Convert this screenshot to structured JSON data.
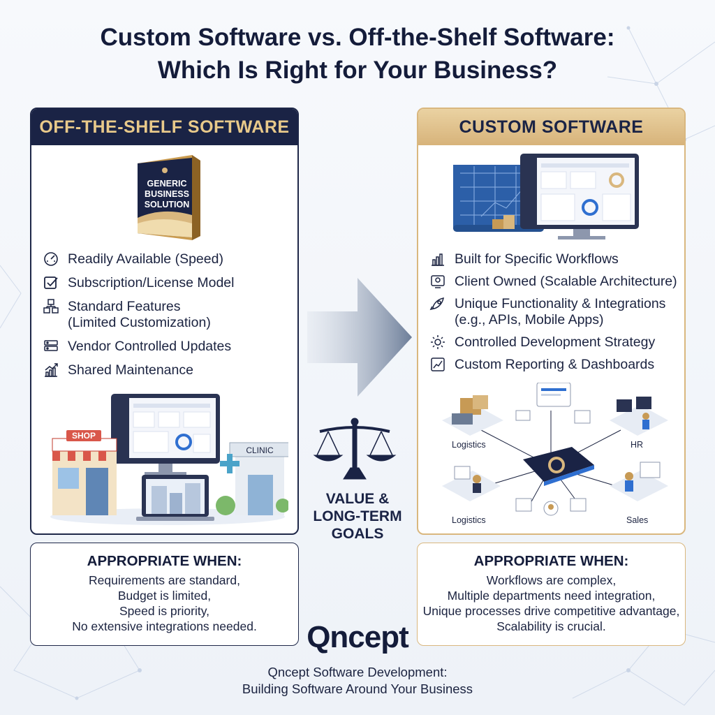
{
  "title": {
    "line1": "Custom Software vs. Off-the-Shelf Software:",
    "line2": "Which Is Right for Your Business?"
  },
  "left_panel": {
    "header": "OFF-THE-SHELF SOFTWARE",
    "box_label": "GENERIC BUSINESS SOLUTION",
    "features": [
      {
        "icon": "speedometer-icon",
        "text": "Readily Available (Speed)",
        "sub": ""
      },
      {
        "icon": "checkbox-icon",
        "text": "Subscription/License Model",
        "sub": ""
      },
      {
        "icon": "blocks-icon",
        "text": "Standard Features",
        "sub": "(Limited Customization)"
      },
      {
        "icon": "server-icon",
        "text": "Vendor Controlled Updates",
        "sub": ""
      },
      {
        "icon": "chart-growth-icon",
        "text": "Shared Maintenance",
        "sub": ""
      }
    ],
    "illustration": {
      "shop_sign": "SHOP",
      "clinic_sign": "CLINIC"
    },
    "when_title": "APPROPRIATE WHEN:",
    "when_lines": [
      "Requirements are standard,",
      "Budget is limited,",
      "Speed is priority,",
      "No extensive integrations needed."
    ]
  },
  "right_panel": {
    "header": "CUSTOM SOFTWARE",
    "features": [
      {
        "icon": "workflow-chart-icon",
        "text": "Built for Specific Workflows",
        "sub": ""
      },
      {
        "icon": "owned-dashboard-icon",
        "text": "Client Owned (Scalable Architecture)",
        "sub": ""
      },
      {
        "icon": "rocket-icon",
        "text": "Unique Functionality & Integrations",
        "sub": "(e.g., APIs, Mobile Apps)"
      },
      {
        "icon": "gear-strategy-icon",
        "text": "Controlled Development Strategy",
        "sub": ""
      },
      {
        "icon": "report-chart-icon",
        "text": "Custom Reporting & Dashboards",
        "sub": ""
      }
    ],
    "departments": [
      "Logistics",
      "HR",
      "Logistics",
      "Sales"
    ],
    "when_title": "APPROPRIATE WHEN:",
    "when_lines": [
      "Workflows are complex,",
      "Multiple departments need integration,",
      "Unique processes drive competitive advantage,",
      "Scalability is crucial."
    ]
  },
  "center": {
    "value_line1": "VALUE &",
    "value_line2": "LONG-TERM",
    "value_line3": "GOALS"
  },
  "brand": {
    "name": "Qncept",
    "tagline_line1": "Qncept Software Development:",
    "tagline_line2": "Building Software Around Your Business"
  },
  "colors": {
    "navy": "#1a2345",
    "gold": "#d7b37a",
    "accent_blue": "#2f6fd0"
  }
}
